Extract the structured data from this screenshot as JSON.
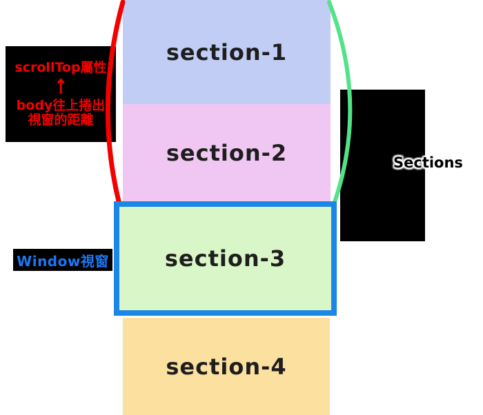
{
  "diagram": {
    "description_visible_text_only": true,
    "background": "#ffffff"
  },
  "sections": [
    {
      "id": "section-1",
      "label": "section-1",
      "bg": "#c1cdf4"
    },
    {
      "id": "section-2",
      "label": "section-2",
      "bg": "#efc7f2"
    },
    {
      "id": "section-3",
      "label": "section-3",
      "bg": "#d9f6c8"
    },
    {
      "id": "section-4",
      "label": "section-4",
      "bg": "#fce0a0"
    }
  ],
  "window_box": {
    "border_color": "#1b86e6"
  },
  "annotations": {
    "scrolltop": {
      "title": "scrollTop屬性",
      "arrow": "↑",
      "desc_line1": "body往上捲出",
      "desc_line2": "視窗的距離",
      "color": "#f40000",
      "box_bg": "#000000"
    },
    "window": {
      "text": "Window視窗",
      "color": "#1b78f5",
      "box_bg": "#000000"
    },
    "right": {
      "text": "Sections",
      "color": "#000000",
      "glow": "#ffffff",
      "box_bg": "#000000"
    }
  },
  "curves": {
    "red": "#f40000",
    "green": "#52e388"
  }
}
